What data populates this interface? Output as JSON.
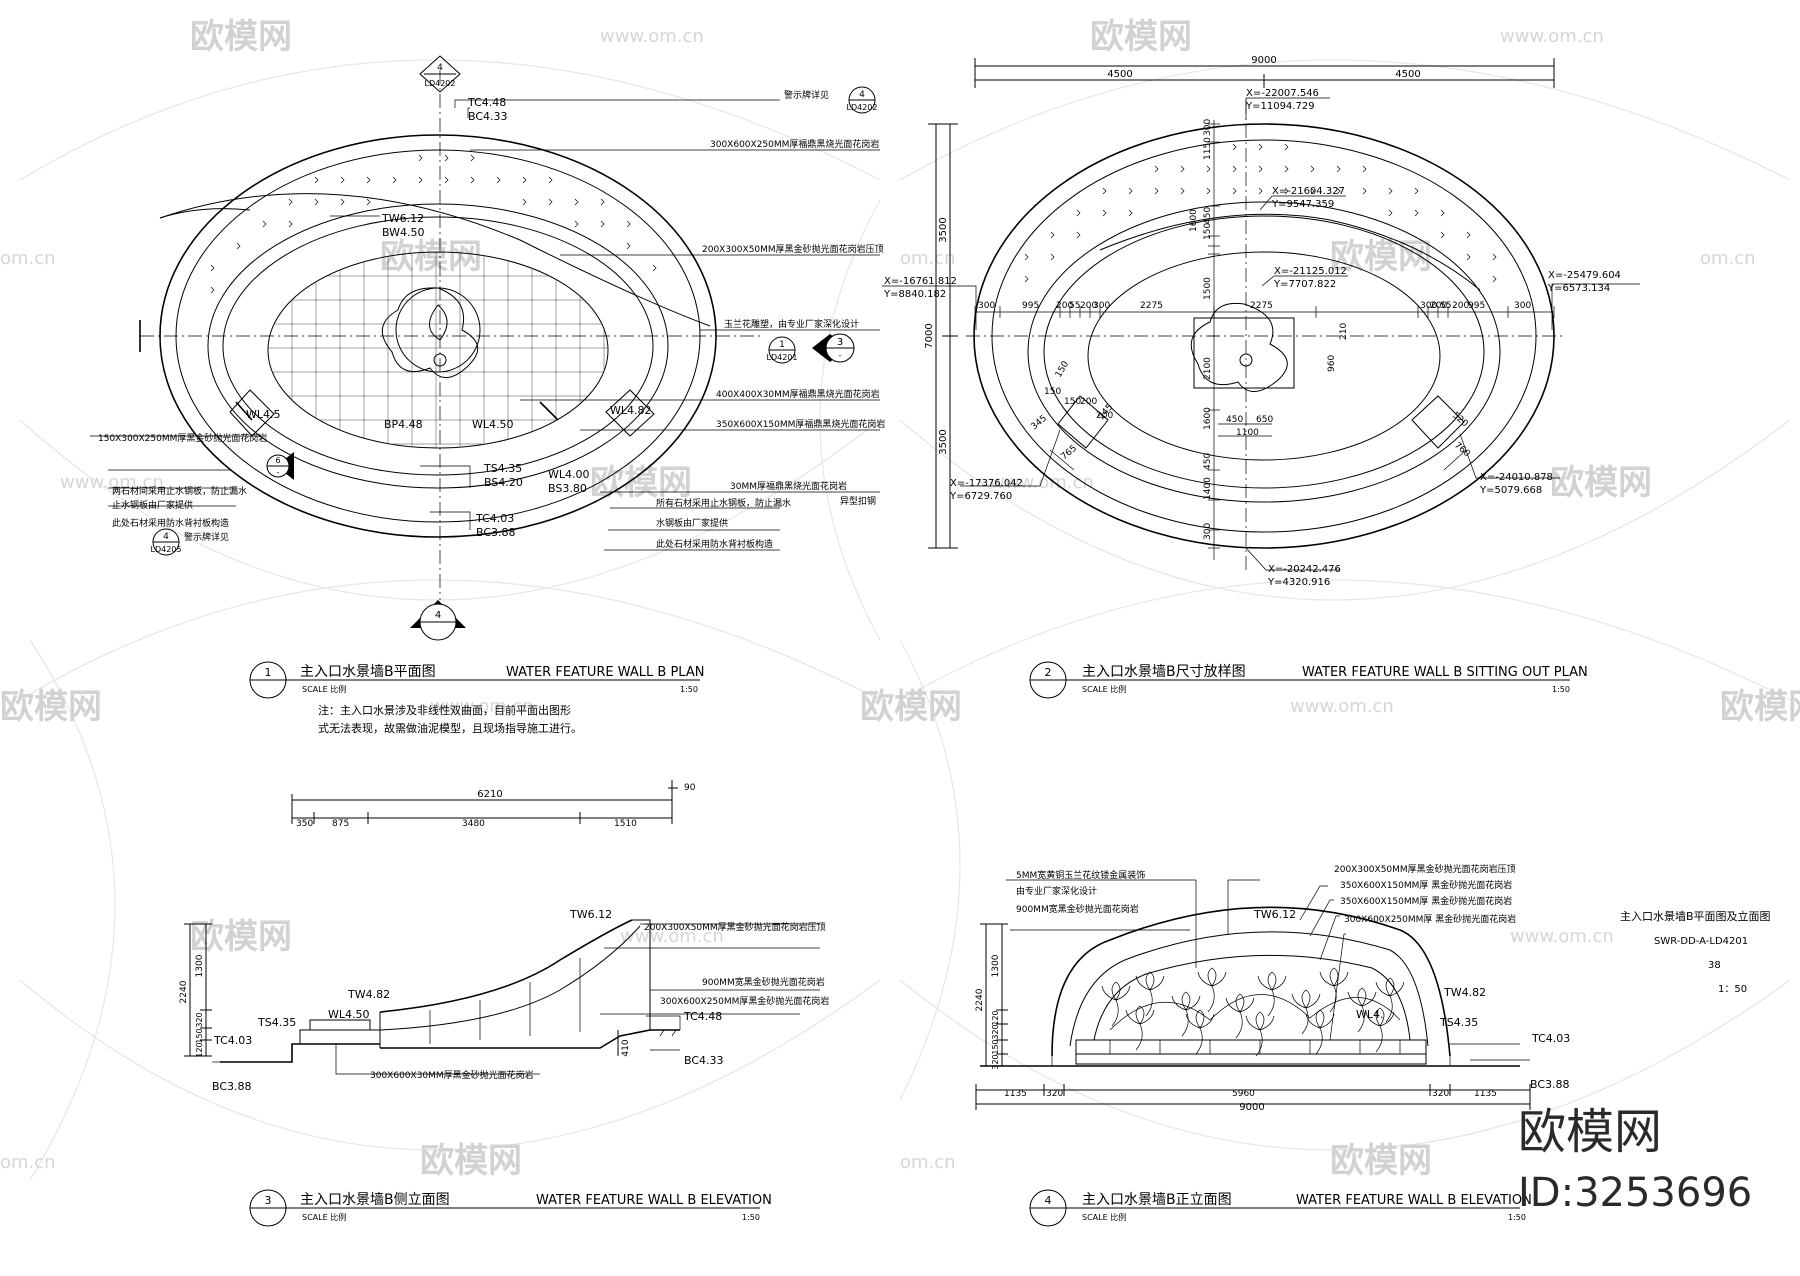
{
  "watermark": {
    "brand": "欧模网",
    "url": "www.om.cn",
    "url_short": "om.cn",
    "id_label": "ID:3253696"
  },
  "views": [
    {
      "number": "1",
      "title_cn": "主入口水景墙B平面图",
      "title_en": "WATER FEATURE WALL B PLAN",
      "scale_label": "SCALE 比例",
      "scale": "1:50"
    },
    {
      "number": "2",
      "title_cn": "主入口水景墙B尺寸放样图",
      "title_en": "WATER FEATURE WALL B SITTING OUT PLAN",
      "scale_label": "SCALE 比例",
      "scale": "1:50"
    },
    {
      "number": "3",
      "title_cn": "主入口水景墙B侧立面图",
      "title_en": "WATER FEATURE WALL B ELEVATION",
      "scale_label": "SCALE 比例",
      "scale": "1:50"
    },
    {
      "number": "4",
      "title_cn": "主入口水景墙B正立面图",
      "title_en": "WATER FEATURE WALL B ELEVATION",
      "scale_label": "SCALE 比例",
      "scale": "1:50"
    }
  ],
  "note": {
    "line1": "注：主入口水景涉及非线性双曲面，目前平面出图形",
    "line2": "式无法表现，故需做油泥模型，且现场指导施工进行。"
  },
  "sheet_info": {
    "title": "主入口水景墙B平面图及立面图",
    "drawing_no": "SWR-DD-A-LD4201",
    "page": "38",
    "scale": "1：50"
  },
  "plan1": {
    "section_top": "LD4202",
    "section_bottom": "4",
    "levels": {
      "tc_top": "TC4.48",
      "bc_top": "BC4.33",
      "tw": "TW6.12",
      "bw": "BW4.50",
      "wl_left": "WL4.5",
      "bp": "BP4.48",
      "wl_mid": "WL4.50",
      "ts": "TS4.35",
      "bs": "BS4.20",
      "wl_right": "WL4.00",
      "bs2": "BS3.80",
      "tc_bot": "TC4.03",
      "bc_bot": "BC3.88",
      "wl_r2": "WL4.82"
    },
    "callouts": [
      "警示牌详见",
      "300X600X250MM厚福鼎黑烧光面花岗岩",
      "200X300X50MM厚黑金砂抛光面花岗岩压顶",
      "玉兰花雕塑，由专业厂家深化设计",
      "400X400X30MM厚福鼎黑烧光面花岗岩",
      "350X600X150MM厚福鼎黑烧光面花岗岩",
      "30MM厚福鼎黑烧光面花岗岩",
      "异型扣钢",
      "所有石材采用止水钢板，防止漏水",
      "水钢板由厂家提供",
      "此处石材采用防水背衬板构造",
      "150X300X250MM厚黑金砂抛光面花岗岩",
      "两石材间采用止水钢板，防止漏水",
      "止水钢板由厂家提供",
      "此处石材采用防水背衬板构造",
      "警示牌详见"
    ],
    "ref_marks": [
      "1",
      "LD4201",
      "3",
      "-",
      "6",
      "-",
      "4",
      "LD4205",
      "4",
      "LD4202"
    ]
  },
  "plan2": {
    "dims_top": {
      "total": "9000",
      "left": "4500",
      "right": "4500"
    },
    "dims_left": {
      "total": "7000",
      "top": "3500",
      "bottom": "3500"
    },
    "coords": [
      {
        "x": "X=-22007.546",
        "y": "Y=11094.729"
      },
      {
        "x": "X=-21604.327",
        "y": "Y=9547.359"
      },
      {
        "x": "X=-21125.012",
        "y": "Y=7707.822"
      },
      {
        "x": "X=-16761.812",
        "y": "Y=8840.182"
      },
      {
        "x": "X=-25479.604",
        "y": "Y=6573.134"
      },
      {
        "x": "X=-17376.042",
        "y": "Y=6729.760"
      },
      {
        "x": "X=-24010.878",
        "y": "Y=5079.668"
      },
      {
        "x": "X=-20242.476",
        "y": "Y=4320.916"
      }
    ],
    "h_dims": [
      "300",
      "995",
      "200",
      "55",
      "200",
      "300",
      "2275",
      "2275",
      "300",
      "200",
      "55",
      "200",
      "995",
      "300"
    ],
    "v_dims": [
      "300",
      "1150",
      "1600",
      "450",
      "150",
      "1500",
      "2100",
      "1600",
      "450",
      "1400",
      "300",
      "210",
      "960"
    ],
    "misc_dims": [
      "450",
      "650",
      "1100",
      "150",
      "150",
      "150",
      "200",
      "345",
      "765",
      "200",
      "245",
      "520",
      "760"
    ]
  },
  "elev3": {
    "dims_top": {
      "total": "6210",
      "extra": "90",
      "a": "350",
      "b": "875",
      "c": "3480",
      "d": "1510"
    },
    "dims_left": [
      "2240",
      "1300",
      "320",
      "150",
      "120"
    ],
    "dims_right": "410",
    "levels": [
      "TW6.12",
      "TW4.82",
      "TS4.35",
      "WL4.50",
      "TC4.03",
      "BC3.88",
      "TC4.48",
      "BC4.33"
    ],
    "callouts": [
      "200X300X50MM厚黑金砂抛光面花岗岩压顶",
      "900MM宽黑金砂抛光面花岗岩",
      "300X600X250MM厚黑金砂抛光面花岗岩",
      "300X600X30MM厚黑金砂抛光面花岗岩"
    ]
  },
  "elev4": {
    "dims_bottom": {
      "total": "9000",
      "a": "1135",
      "b": "320",
      "c": "5960",
      "d": "320",
      "e": "1135"
    },
    "dims_left": [
      "2240",
      "1300",
      "120",
      "320",
      "150",
      "320"
    ],
    "levels": [
      "TW6.12",
      "TW4.82",
      "TS4.35",
      "WL4.",
      "TC4.03",
      "BC3.88"
    ],
    "callouts": [
      "5MM宽黄铜玉兰花纹镂金属装饰",
      "由专业厂家深化设计",
      "900MM宽黑金砂抛光面花岗岩",
      "200X300X50MM厚黑金砂抛光面花岗岩压顶",
      "350X600X150MM厚 黑金砂抛光面花岗岩",
      "350X600X150MM厚 黑金砂抛光面花岗岩",
      "300X600X250MM厚 黑金砂抛光面花岗岩"
    ]
  }
}
